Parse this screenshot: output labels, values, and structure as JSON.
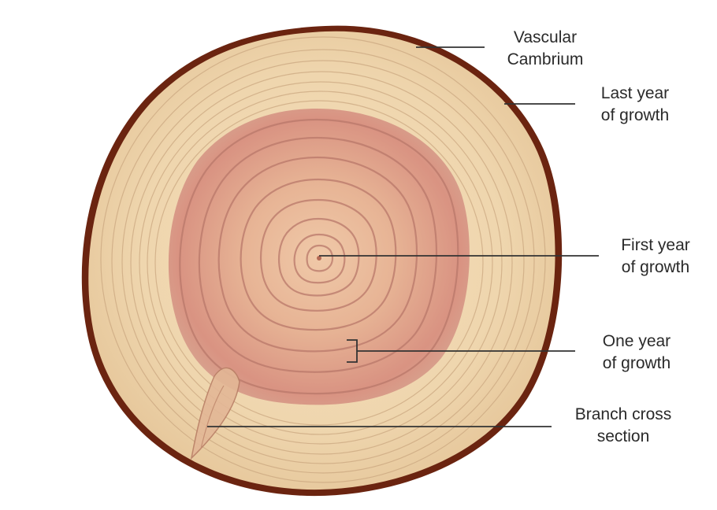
{
  "labels": {
    "vascular_cambrium": {
      "line1": "Vascular",
      "line2": "Cambrium"
    },
    "last_year": {
      "line1": "Last year",
      "line2": "of growth"
    },
    "first_year": {
      "line1": "First year",
      "line2": "of growth"
    },
    "one_year": {
      "line1": "One year",
      "line2": "of growth"
    },
    "branch": {
      "line1": "Branch cross",
      "line2": "section"
    }
  },
  "colors": {
    "bark": "#6b2410",
    "sapwood": "#f1d9b3",
    "sapwood_ring": "#c9a57e",
    "heartwood": "#e2a892",
    "heartwood_ring": "#b9786a",
    "leader_line": "#333333",
    "label_text": "#2a2a2a"
  }
}
